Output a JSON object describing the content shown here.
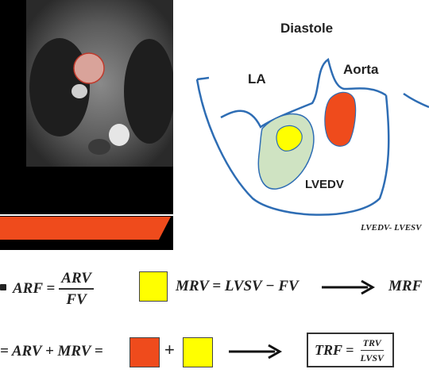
{
  "diagram": {
    "title": "Diastole",
    "label_la": "LA",
    "label_aorta": "Aorta",
    "label_lvedv": "LVEDV",
    "formula_cut": "LVEDV- LVESV"
  },
  "equations": {
    "arf": {
      "lhs": "ARF =",
      "num": "ARV",
      "den": "FV"
    },
    "mrv": {
      "text": "MRV = LVSV − FV",
      "result": "MRF"
    },
    "bottom": {
      "prefix": "= ARV + MRV =",
      "plus": "+"
    },
    "trf": {
      "lhs": "TRF =",
      "num": "TRV",
      "den": "LVSV"
    }
  },
  "colors": {
    "regurg_red": "#ef4b1c",
    "mitral_yellow": "#ffff00",
    "lv_green": "#cfe3c2",
    "heart_outline": "#2e6db4"
  }
}
